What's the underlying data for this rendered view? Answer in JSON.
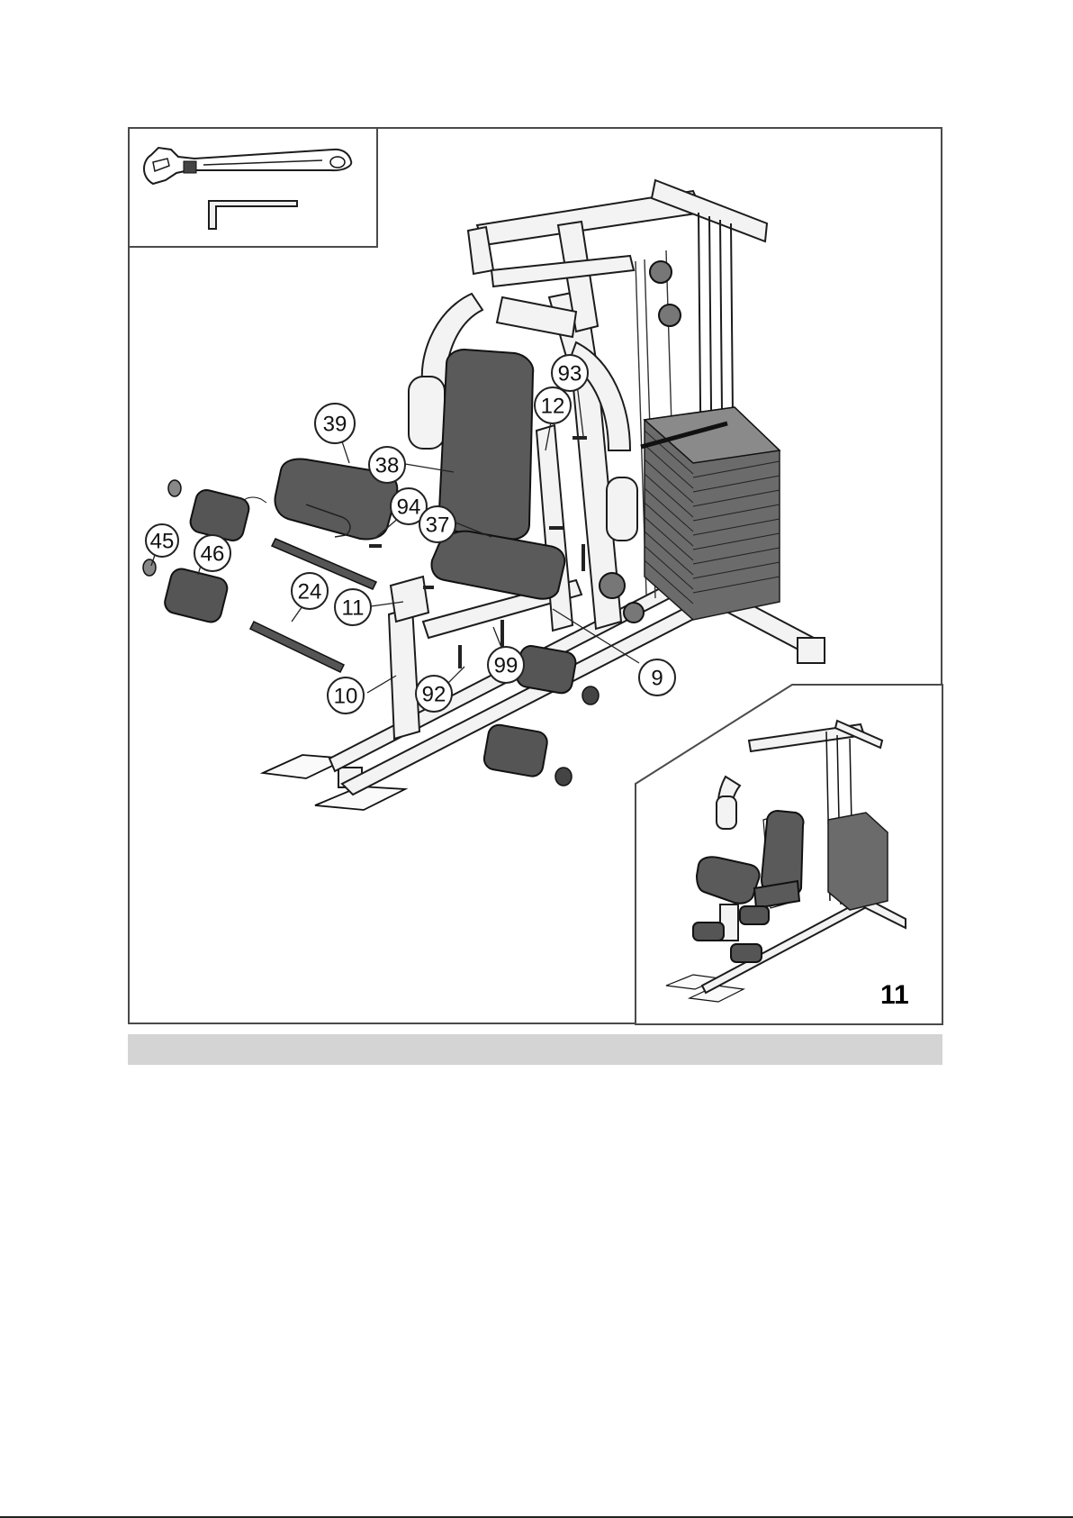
{
  "step": {
    "number": "11"
  },
  "callouts": [
    {
      "id": "93",
      "label": "93"
    },
    {
      "id": "12",
      "label": "12"
    },
    {
      "id": "39",
      "label": "39"
    },
    {
      "id": "38",
      "label": "38"
    },
    {
      "id": "94",
      "label": "94"
    },
    {
      "id": "37",
      "label": "37"
    },
    {
      "id": "45",
      "label": "45"
    },
    {
      "id": "46",
      "label": "46"
    },
    {
      "id": "24",
      "label": "24"
    },
    {
      "id": "11",
      "label": "11"
    },
    {
      "id": "99",
      "label": "99"
    },
    {
      "id": "9",
      "label": "9"
    },
    {
      "id": "10",
      "label": "10"
    },
    {
      "id": "92",
      "label": "92"
    }
  ],
  "tools": {
    "items": [
      "wrench-icon",
      "allen-key-icon"
    ]
  },
  "colors": {
    "frame_border": "#4a4a4a",
    "caption_bar": "#d4d4d4",
    "pad": "#5a5a5a",
    "plate": "#6b6b6b"
  }
}
